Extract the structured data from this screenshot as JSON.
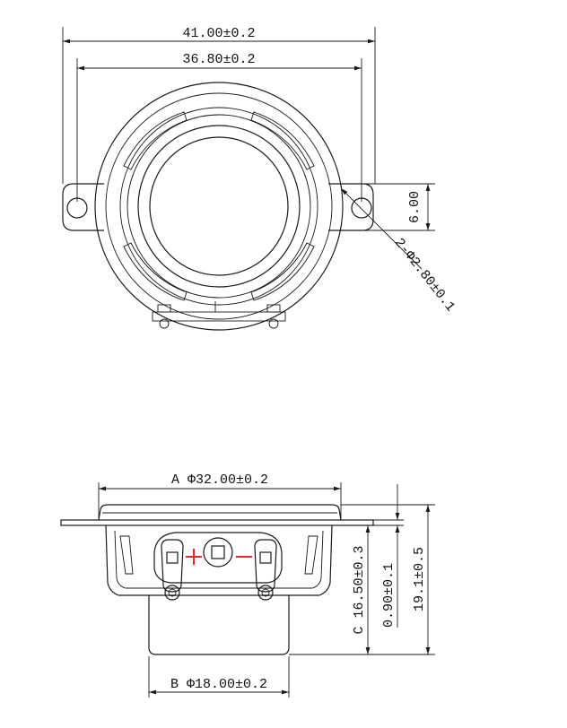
{
  "top_view": {
    "outer_width_label": "41.00±0.2",
    "mount_width_label": "36.80±0.2",
    "height_label": "6.00",
    "hole_label": "2-Φ2.80±0.1"
  },
  "side_view": {
    "dim_a_label": "A Φ32.00±0.2",
    "dim_b_label": "B Φ18.00±0.2",
    "dim_c_label": "C 16.50±0.3",
    "flange_label": "0.90±0.1",
    "total_height_label": "19.1±0.5",
    "plus_polarity": "+",
    "minus_polarity": "−"
  },
  "colors": {
    "line": "#1a1a1a",
    "polarity": "#e8262d",
    "background": "#ffffff"
  }
}
